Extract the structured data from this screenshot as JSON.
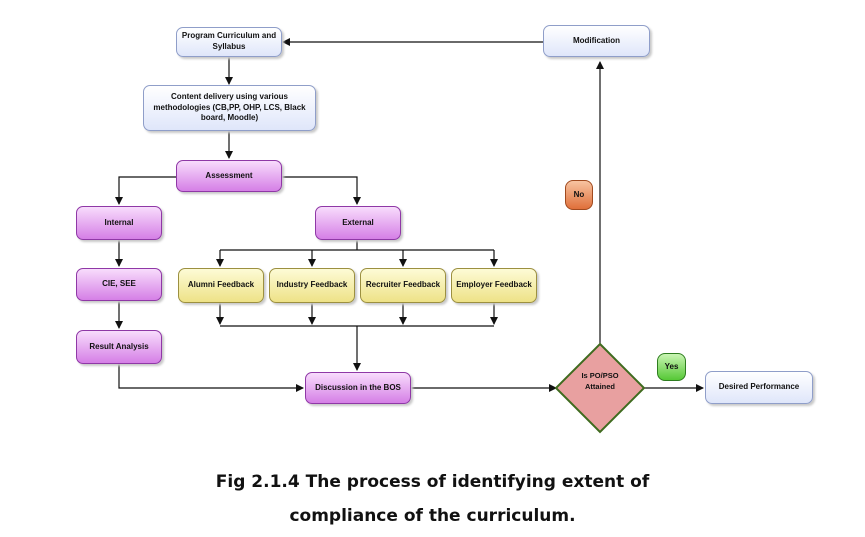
{
  "nodes": {
    "program_curriculum": "Program Curriculum and Syllabus",
    "content_delivery": "Content delivery using various methodologies (CB,PP, OHP, LCS, Black board, Moodle)",
    "assessment": "Assessment",
    "internal": "Internal",
    "external": "External",
    "cie_see": "CIE, SEE",
    "result_analysis": "Result Analysis",
    "alumni_feedback": "Alumni Feedback",
    "industry_feedback": "Industry Feedback",
    "recruiter_feedback": "Recruiter Feedback",
    "employer_feedback": "Employer Feedback",
    "discussion_bos": "Discussion in the BOS",
    "decision": "Is PO/PSO Attained",
    "modification": "Modification",
    "desired_performance": "Desired Performance"
  },
  "edge_labels": {
    "no": "No",
    "yes": "Yes"
  },
  "caption": {
    "line1": "Fig 2.1.4 The process of identifying extent of",
    "line2": "compliance of the curriculum."
  },
  "colors": {
    "blue_node": "#dfe6fa",
    "purple_node": "#d57fe6",
    "yellow_node": "#eee287",
    "decision_fill": "#e8a0a0",
    "decision_border": "#3f6b1f",
    "no_label": "#e06f3a",
    "yes_label": "#56c836",
    "connector": "#111111"
  }
}
